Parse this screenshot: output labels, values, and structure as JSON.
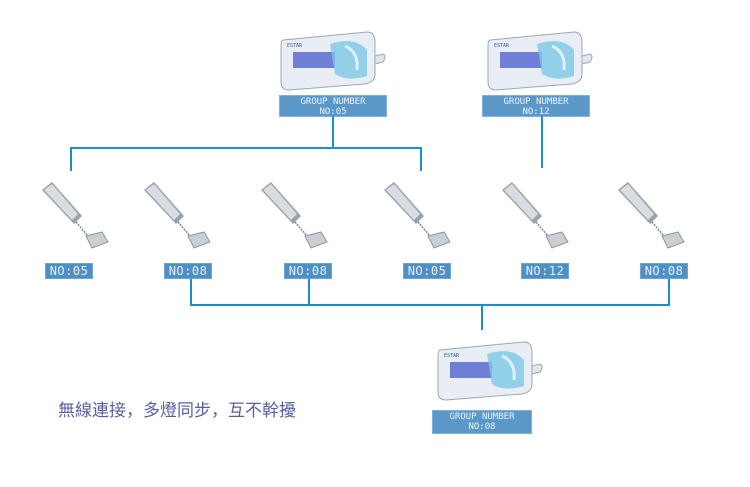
{
  "controllers": [
    {
      "line1": "GROUP NUMBER",
      "line2": "NO:05",
      "brand": "ESTAR"
    },
    {
      "line1": "GROUP NUMBER",
      "line2": "NO:12",
      "brand": "ESTAR"
    },
    {
      "line1": "GROUP NUMBER",
      "line2": "NO:08",
      "brand": "ESTAR"
    }
  ],
  "lights": [
    {
      "label": "NO:05"
    },
    {
      "label": "NO:08"
    },
    {
      "label": "NO:08"
    },
    {
      "label": "NO:05"
    },
    {
      "label": "NO:12"
    },
    {
      "label": "NO:08"
    }
  ],
  "caption": "無線連接，多燈同步，互不幹擾",
  "colors": {
    "line": "#1a8fd0",
    "label_bg": "#4f8fc4",
    "caption": "#5a5fa0"
  }
}
